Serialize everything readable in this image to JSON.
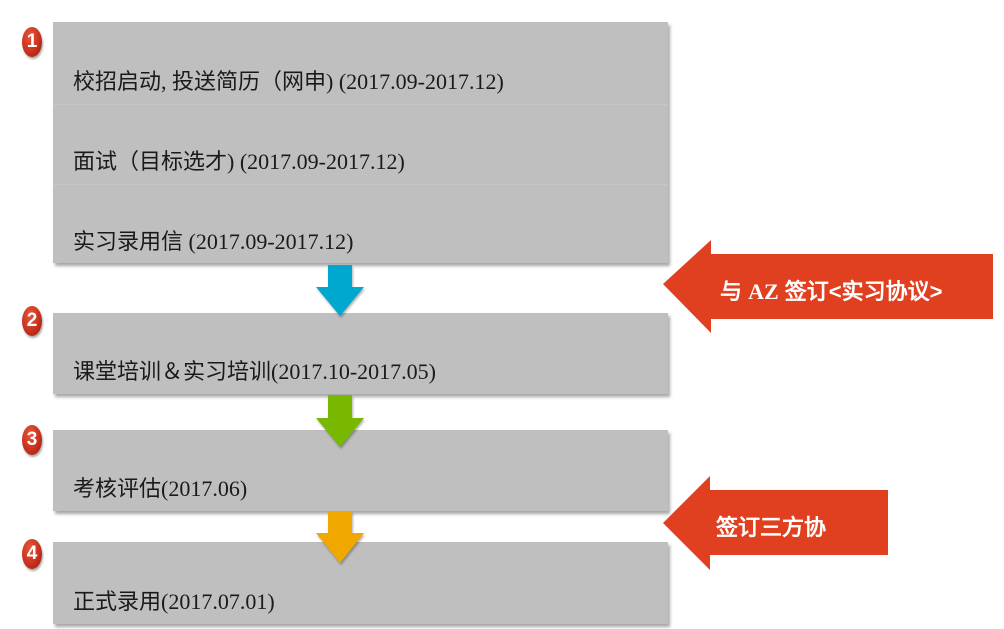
{
  "steps": [
    {
      "number": "1",
      "items": [
        "校招启动, 投送简历（网申) (2017.09-2017.12)",
        "面试（目标选才) (2017.09-2017.12)",
        "实习录用信 (2017.09-2017.12)"
      ]
    },
    {
      "number": "2",
      "items": [
        "课堂培训＆实习培训(2017.10-2017.05)"
      ]
    },
    {
      "number": "3",
      "items": [
        "考核评估(2017.06)"
      ]
    },
    {
      "number": "4",
      "items": [
        "正式录用(2017.07.01)"
      ]
    }
  ],
  "connectors": [
    {
      "from": "1",
      "to": "2",
      "color": "#00a8cf"
    },
    {
      "from": "2",
      "to": "3",
      "color": "#78b800"
    },
    {
      "from": "3",
      "to": "4",
      "color": "#f0a800"
    }
  ],
  "callouts": [
    {
      "prefix": "与 ",
      "latin": "AZ",
      "suffix": " 签订<实习协议>",
      "points_to": "between 1 and 2",
      "color": "#e04020"
    },
    {
      "prefix": "签订三方协",
      "latin": "",
      "suffix": "",
      "points_to": "between 3 and 4",
      "color": "#e04020"
    }
  ],
  "colors": {
    "box": "#bfbfbf",
    "badge": "#c8321e",
    "callout": "#e04020"
  }
}
